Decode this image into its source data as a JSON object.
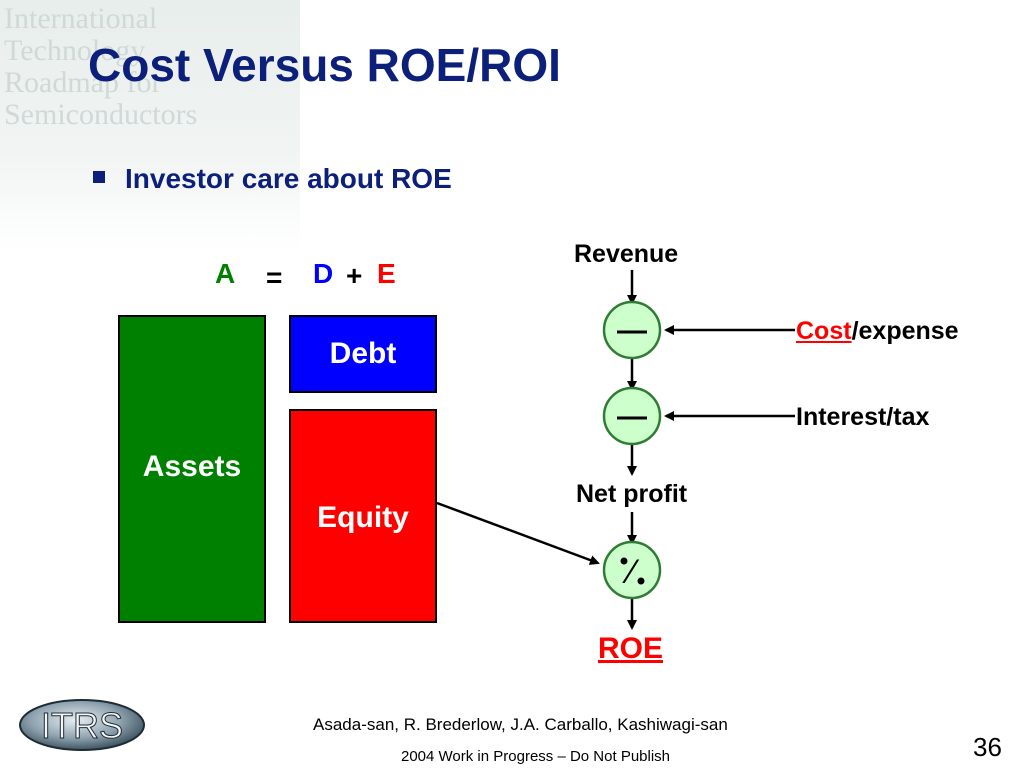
{
  "slide": {
    "title": "Cost Versus ROE/ROI",
    "bullet": "Investor care about ROE",
    "page_number": "36"
  },
  "watermark": {
    "lines": [
      "International",
      "Technology",
      "Roadmap for",
      "Semiconductors"
    ]
  },
  "equation": {
    "a": "A",
    "eq": "=",
    "d": "D",
    "plus": "+",
    "e": "E"
  },
  "balance": {
    "assets": "Assets",
    "debt": "Debt",
    "equity": "Equity"
  },
  "flow": {
    "revenue": "Revenue",
    "cost": "Cost",
    "expense": "/expense",
    "interest_tax": "Interest/tax",
    "net_profit": "Net profit",
    "roe": "ROE",
    "minus_symbol": "—",
    "divide_symbol": "⁄"
  },
  "footer": {
    "authors": "Asada-san, R. Brederlow, J.A. Carballo, Kashiwagi-san",
    "notice": "2004 Work in Progress – Do Not Publish",
    "logo_text": "ITRS"
  },
  "colors": {
    "title_blue": "#0c1f7a",
    "assets_green": "#008000",
    "debt_blue": "#0000ff",
    "equity_red": "#ff0000",
    "node_fill": "#ccffcc",
    "node_stroke": "#2e7d32"
  }
}
